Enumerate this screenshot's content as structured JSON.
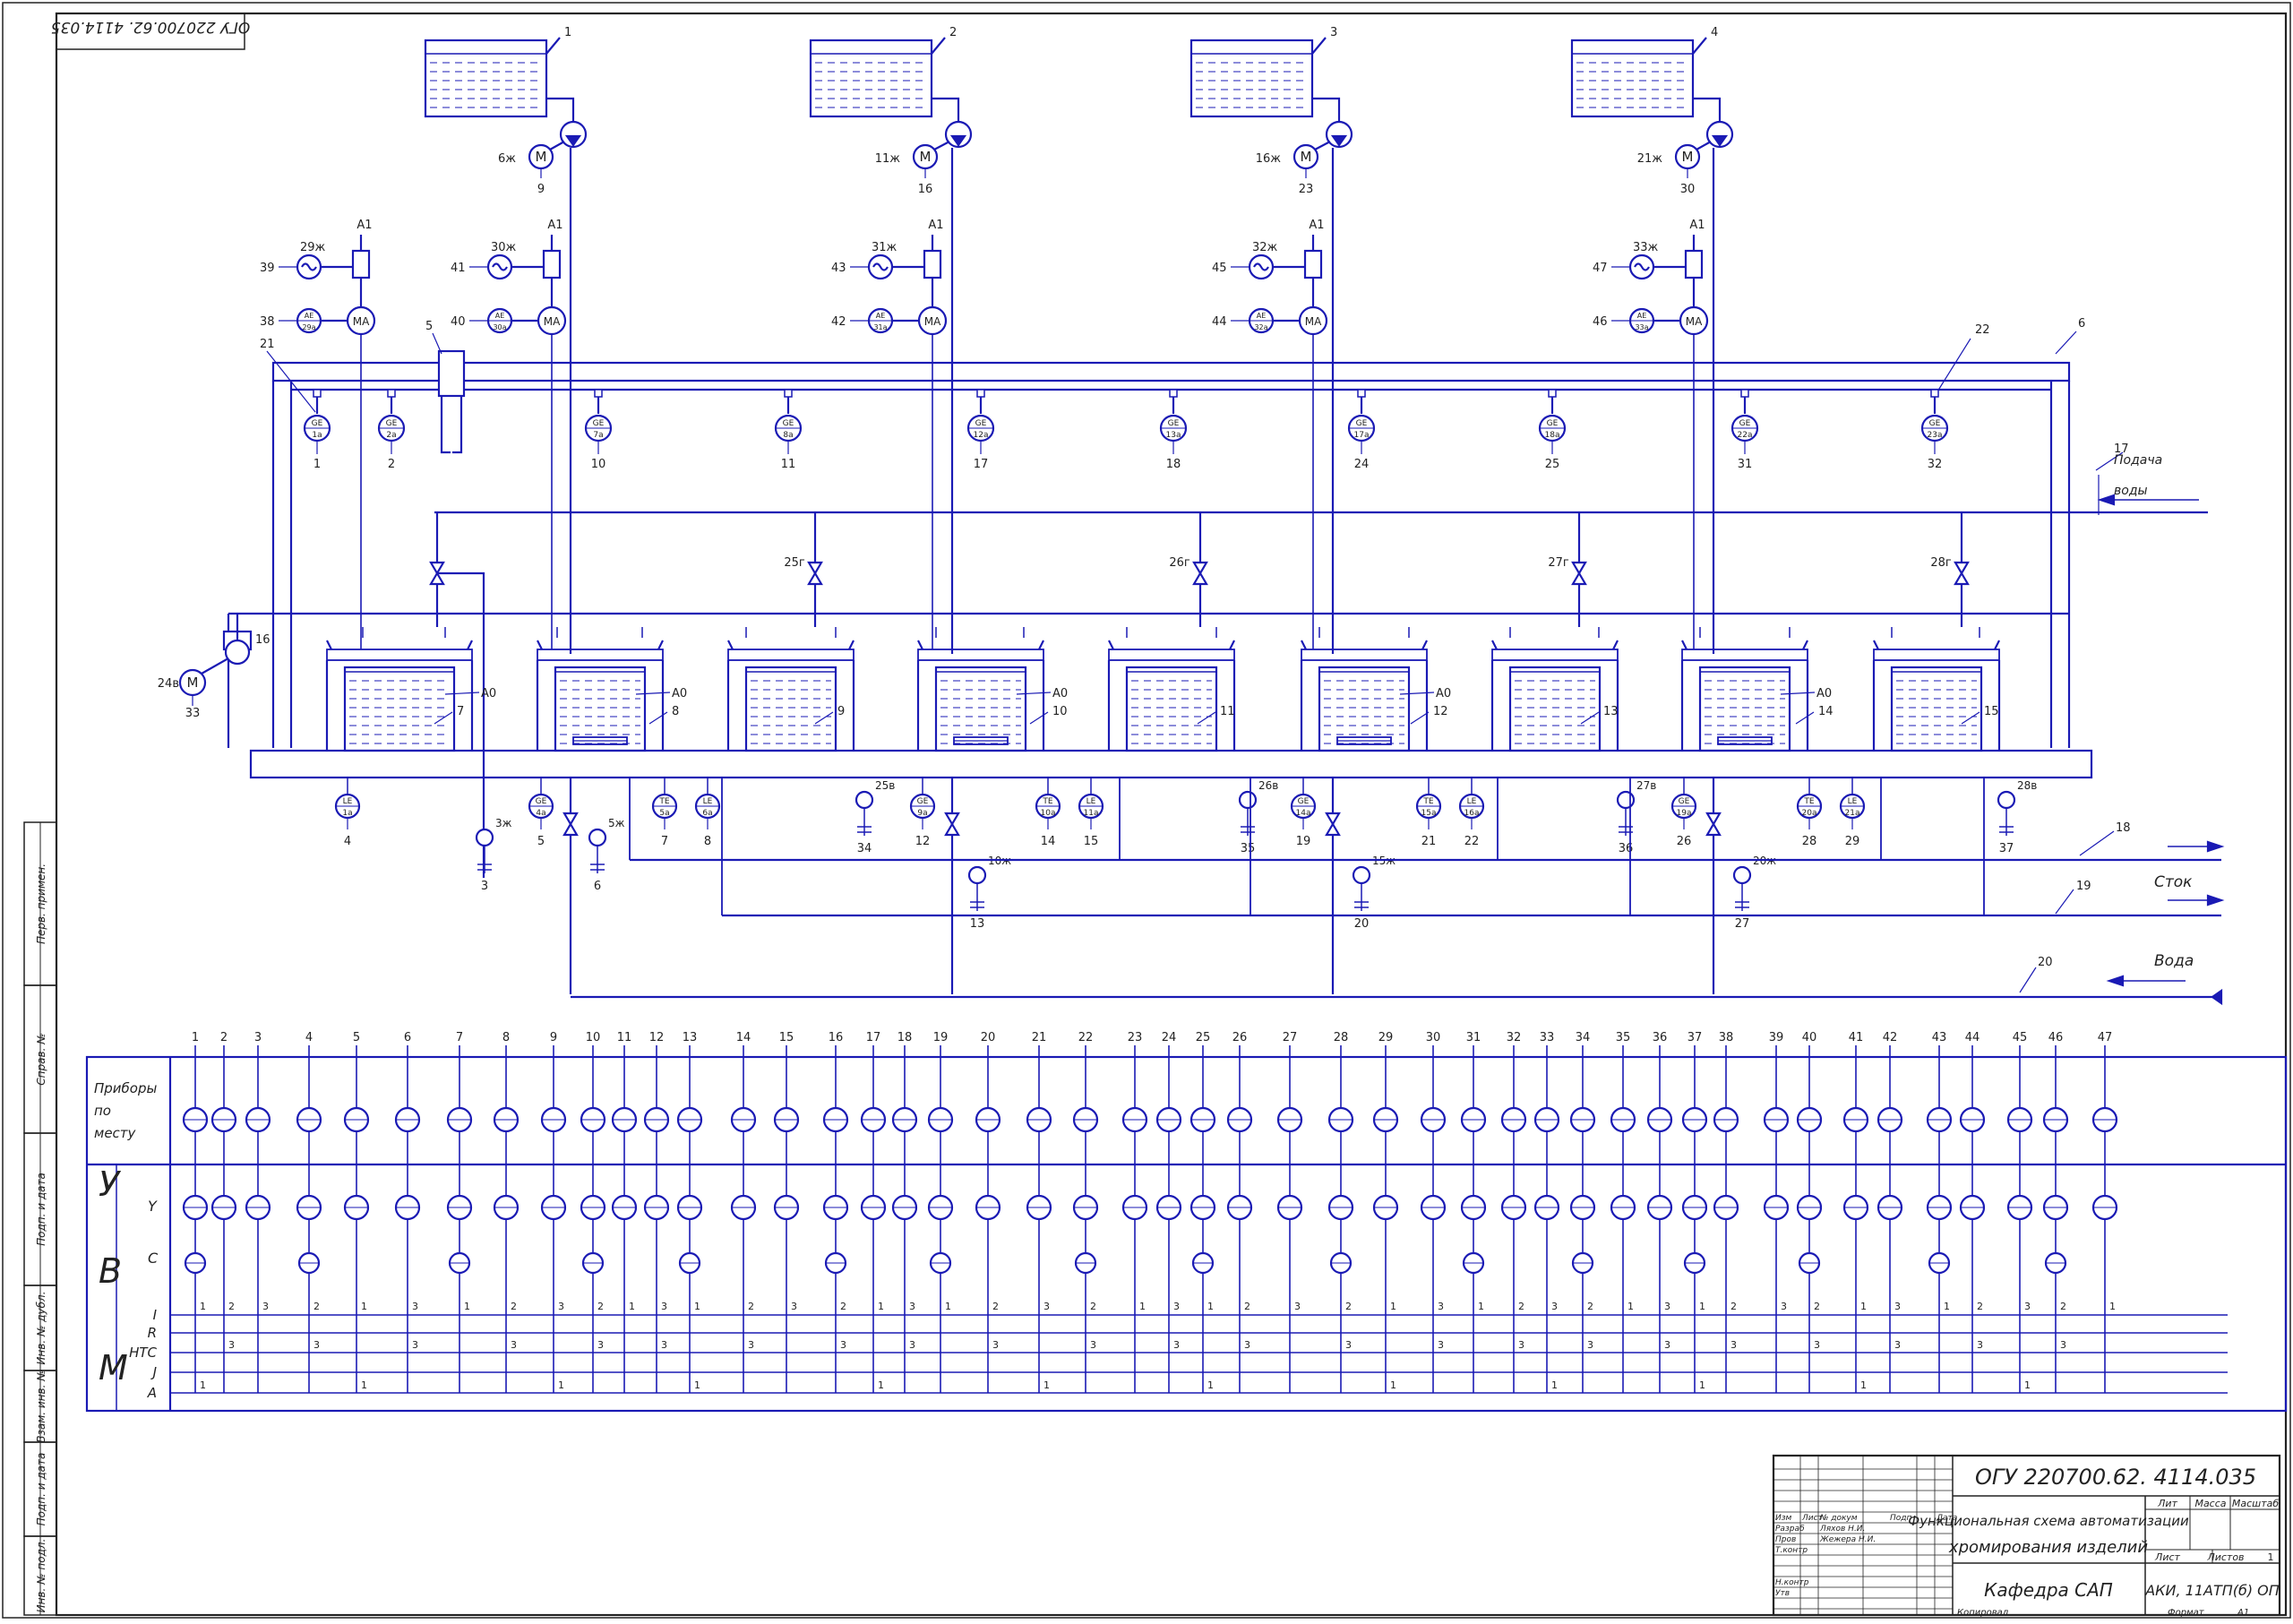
{
  "stamp_top": "ОГУ 220700.62. 4114.035",
  "tanks": [
    "1",
    "2",
    "3",
    "4"
  ],
  "pump_groups": [
    {
      "tank": "1",
      "pump": "6ж",
      "motor": "9"
    },
    {
      "tank": "2",
      "pump": "11ж",
      "motor": "16"
    },
    {
      "tank": "3",
      "pump": "16ж",
      "motor": "23"
    },
    {
      "tank": "4",
      "pump": "21ж",
      "motor": "30"
    }
  ],
  "rectifiers": [
    {
      "gen": "29ж",
      "gen_n": "39",
      "ae": "29а",
      "ae_n": "38",
      "label": "A1",
      "ma": "MA"
    },
    {
      "gen": "30ж",
      "gen_n": "41",
      "ae": "30а",
      "ae_n": "40",
      "label": "A1",
      "ma": "MA"
    },
    {
      "gen": "31ж",
      "gen_n": "43",
      "ae": "31а",
      "ae_n": "42",
      "label": "A1",
      "ma": "MA"
    },
    {
      "gen": "32ж",
      "gen_n": "45",
      "ae": "32а",
      "ae_n": "44",
      "label": "A1",
      "ma": "MA"
    },
    {
      "gen": "33ж",
      "gen_n": "47",
      "ae": "33а",
      "ae_n": "46",
      "label": "A1",
      "ma": "MA"
    }
  ],
  "gas_sensors": [
    {
      "top": "GE",
      "id": "1а",
      "n": "1"
    },
    {
      "top": "GE",
      "id": "2а",
      "n": "2"
    },
    {
      "top": "GE",
      "id": "7а",
      "n": "10"
    },
    {
      "top": "GE",
      "id": "8а",
      "n": "11"
    },
    {
      "top": "GE",
      "id": "12а",
      "n": "17"
    },
    {
      "top": "GE",
      "id": "13а",
      "n": "18"
    },
    {
      "top": "GE",
      "id": "17а",
      "n": "24"
    },
    {
      "top": "GE",
      "id": "18а",
      "n": "25"
    },
    {
      "top": "GE",
      "id": "22а",
      "n": "31"
    },
    {
      "top": "GE",
      "id": "23а",
      "n": "32"
    }
  ],
  "top_labels": {
    "collector": "5",
    "frame": "6",
    "left": "21",
    "right": "22"
  },
  "lines": {
    "l17": "17",
    "water_in_1": "Подача",
    "water_in_2": "воды",
    "l18": "18",
    "l19": "19",
    "drain": "Сток",
    "l20": "20",
    "water": "Вода"
  },
  "valves_top": [
    "25г",
    "26г",
    "27г",
    "28г"
  ],
  "baths": [
    "7",
    "8",
    "9",
    "10",
    "11",
    "12",
    "13",
    "14",
    "15"
  ],
  "bath_tag": "A0",
  "vent": {
    "fan": "16",
    "motor": "24в",
    "motor_n": "33",
    "m": "M"
  },
  "bottom_sensors": [
    {
      "top": "LE",
      "id": "1а",
      "n": "4"
    },
    {
      "top": "",
      "id": "3ж",
      "n": "3"
    },
    {
      "top": "GE",
      "id": "4а",
      "n": "5"
    },
    {
      "top": "",
      "id": "5ж",
      "n": "6"
    },
    {
      "top": "TE",
      "id": "5а",
      "n": "7"
    },
    {
      "top": "LE",
      "id": "6а",
      "n": "8"
    },
    {
      "top": "",
      "id": "25в",
      "n": "34"
    },
    {
      "top": "GE",
      "id": "9а",
      "n": "12"
    },
    {
      "top": "",
      "id": "10ж",
      "n": "13"
    },
    {
      "top": "TE",
      "id": "10а",
      "n": "14"
    },
    {
      "top": "LE",
      "id": "11а",
      "n": "15"
    },
    {
      "top": "",
      "id": "26в",
      "n": "35"
    },
    {
      "top": "GE",
      "id": "14а",
      "n": "19"
    },
    {
      "top": "",
      "id": "15ж",
      "n": "20"
    },
    {
      "top": "TE",
      "id": "15а",
      "n": "21"
    },
    {
      "top": "LE",
      "id": "16а",
      "n": "22"
    },
    {
      "top": "",
      "id": "27в",
      "n": "36"
    },
    {
      "top": "GE",
      "id": "19а",
      "n": "26"
    },
    {
      "top": "",
      "id": "20ж",
      "n": "27"
    },
    {
      "top": "TE",
      "id": "20а",
      "n": "28"
    },
    {
      "top": "LE",
      "id": "21а",
      "n": "29"
    },
    {
      "top": "",
      "id": "28в",
      "n": "37"
    }
  ],
  "table": {
    "local_1": "Приборы",
    "local_2": "по",
    "local_3": "месту",
    "section_u": "У",
    "section_v": "В",
    "section_m": "М",
    "row_y": "Y",
    "row_c": "C",
    "rows": [
      "I",
      "R",
      "HTC",
      "J",
      "A"
    ],
    "columns": [
      "1",
      "2",
      "3",
      "4",
      "5",
      "6",
      "7",
      "8",
      "9",
      "10",
      "11",
      "12",
      "13",
      "14",
      "15",
      "16",
      "17",
      "18",
      "19",
      "20",
      "21",
      "22",
      "23",
      "24",
      "25",
      "26",
      "27",
      "28",
      "29",
      "30",
      "31",
      "32",
      "33",
      "34",
      "35",
      "36",
      "37",
      "38",
      "39",
      "40",
      "41",
      "42",
      "43",
      "44",
      "45",
      "46",
      "47"
    ],
    "vals": [
      "1",
      "2",
      "3"
    ]
  },
  "side_labels": [
    "Перв. примен.",
    "Справ. №",
    "Подп. и дата",
    "Инв. № дубл.",
    "Взам. инв. №",
    "Подп. и дата",
    "Инв. № подл."
  ],
  "title_block": {
    "code": "ОГУ 220700.62. 4114.035",
    "title_1": "Функциональная схема автоматизации",
    "title_2": "хромирования изделий",
    "dept": "Кафедра САП",
    "group": "АКИ, 11АТП(б) ОП",
    "lit": "Лит",
    "mass": "Масса",
    "scale": "Масштаб",
    "sheet": "Лист",
    "sheets": "Листов",
    "sheets_n": "1",
    "h_izm": "Изм",
    "h_list": "Лист",
    "h_doc": "№ докум",
    "h_sign": "Подп",
    "h_date": "Дата",
    "r_dev": "Разраб",
    "n_dev": "Ляхов Н.И.",
    "r_chk": "Пров",
    "n_chk": "Жежера Н.И.",
    "r_tk": "Т.контр",
    "r_nk": "Н.контр",
    "r_ut": "Утв",
    "copied": "Копировал",
    "format": "Формат",
    "format_v": "А1"
  }
}
